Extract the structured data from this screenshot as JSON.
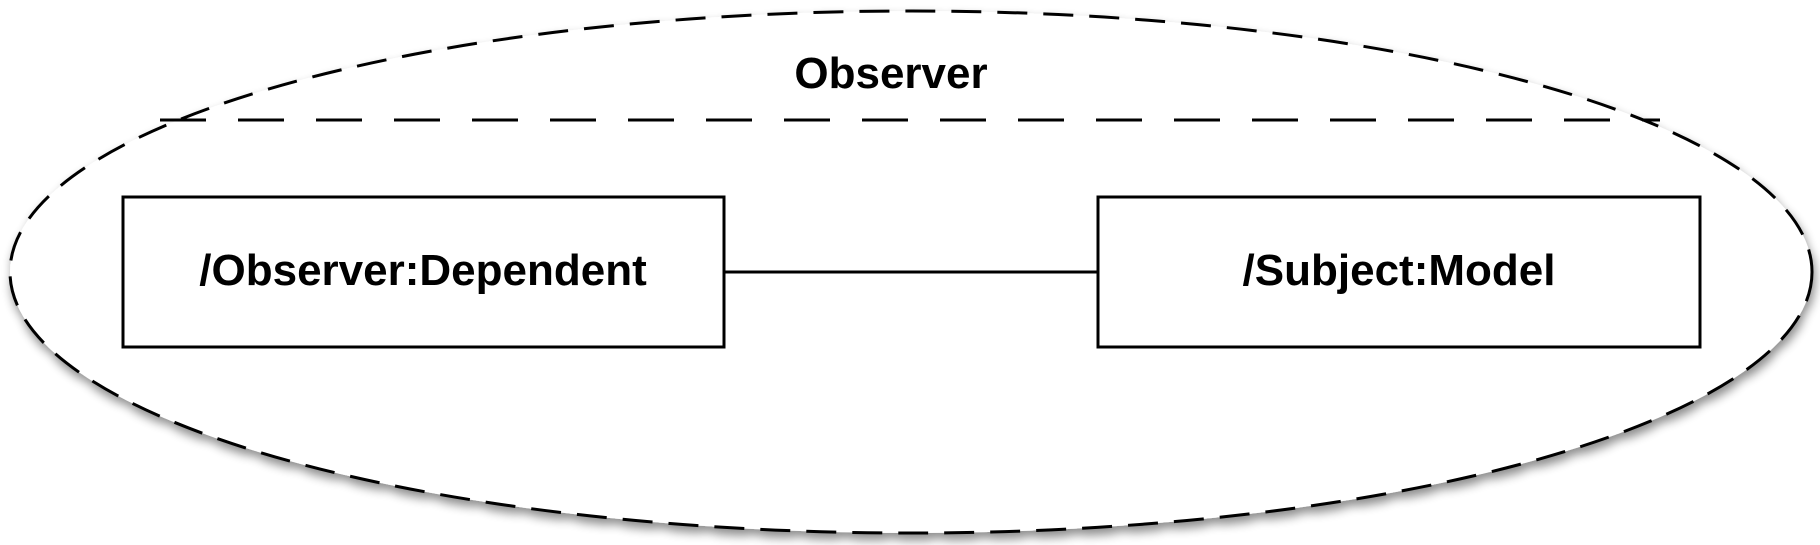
{
  "collaboration": {
    "name": "Observer"
  },
  "roles": {
    "left": "/Observer:Dependent",
    "right": "/Subject:Model"
  },
  "colors": {
    "stroke": "#000000",
    "fill": "#ffffff",
    "shadow": "#9a9a9a"
  }
}
